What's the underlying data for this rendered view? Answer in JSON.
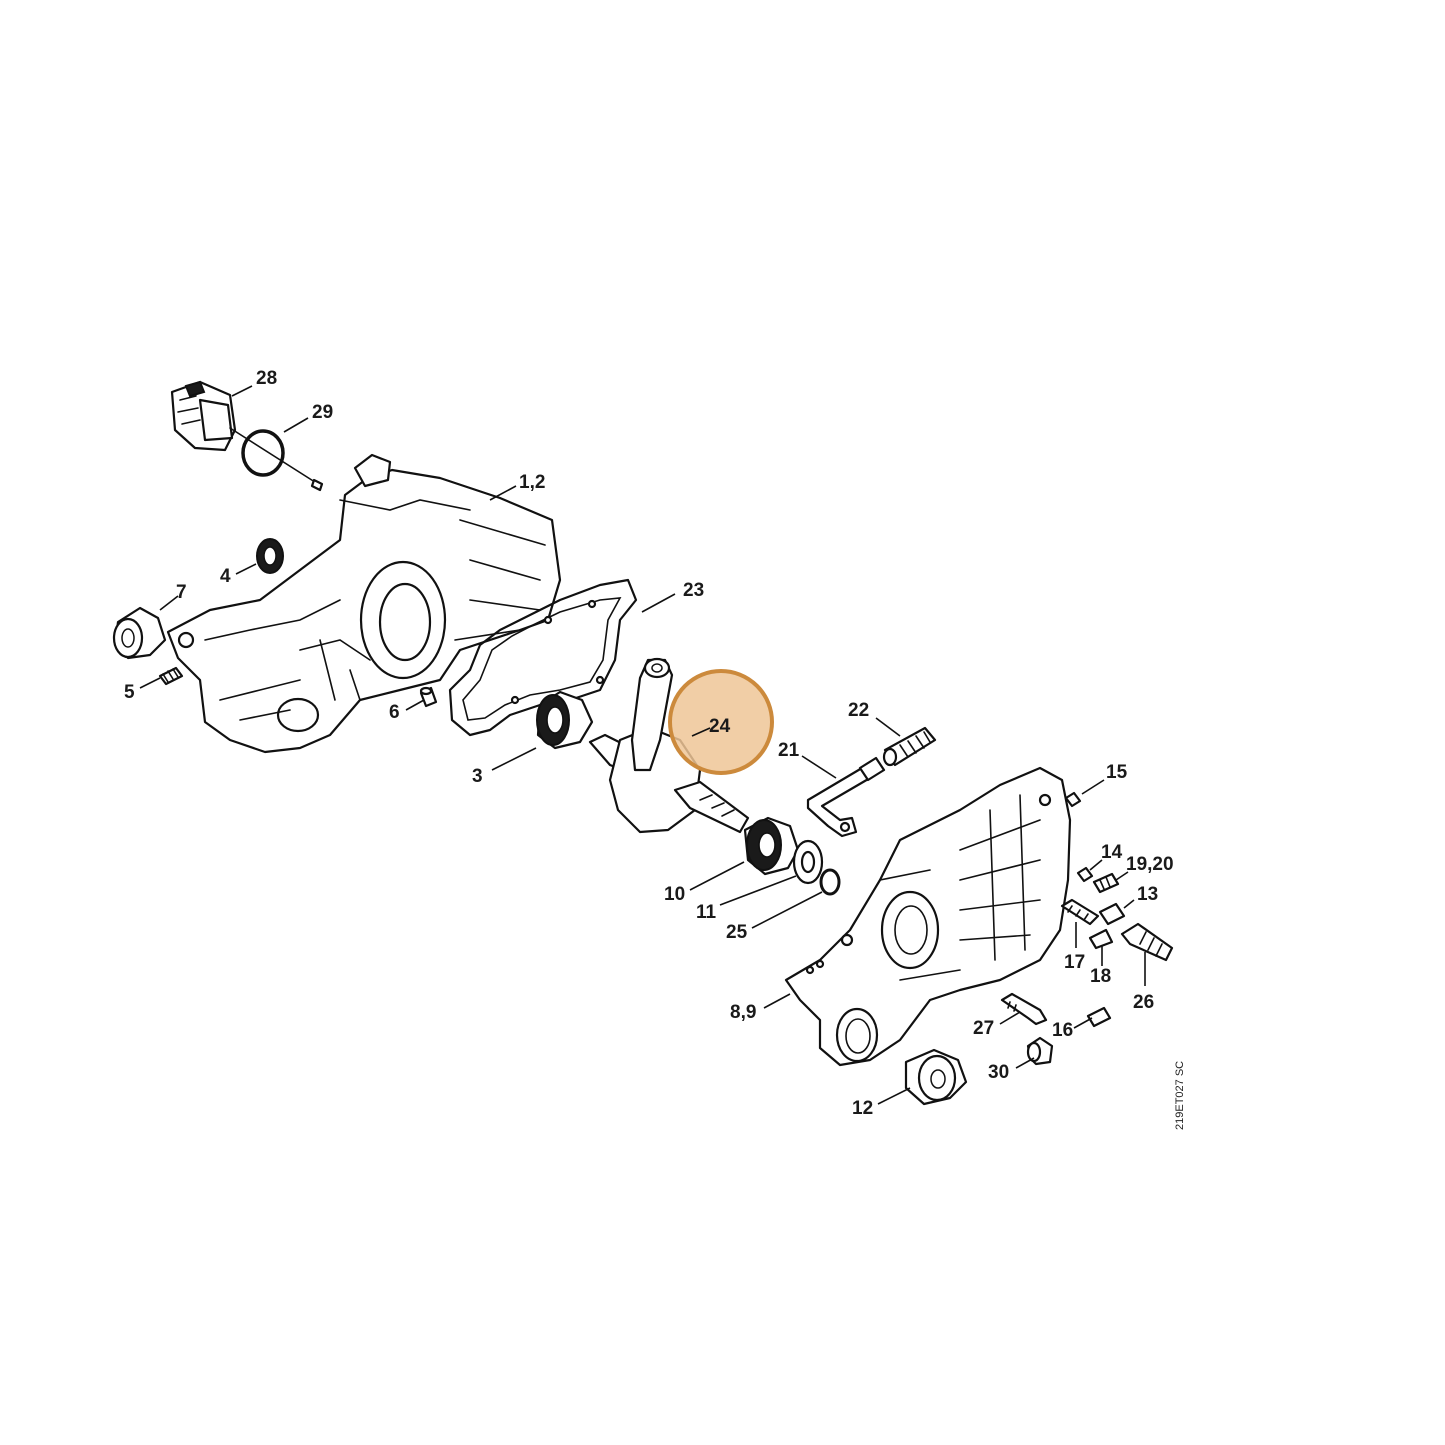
{
  "diagram": {
    "reference_code": "219ET027 SC",
    "highlight_color": "#cc8a3c",
    "highlighted_part": "24",
    "callouts": {
      "c28": "28",
      "c29": "29",
      "c12a": "1,2",
      "c4": "4",
      "c7": "7",
      "c23": "23",
      "c5": "5",
      "c6": "6",
      "c3": "3",
      "c24": "24",
      "c22": "22",
      "c21": "21",
      "c15": "15",
      "c14": "14",
      "c1920": "19,20",
      "c13": "13",
      "c10": "10",
      "c11": "11",
      "c25": "25",
      "c17": "17",
      "c18": "18",
      "c26": "26",
      "c89": "8,9",
      "c27": "27",
      "c16": "16",
      "c30": "30",
      "c12": "12"
    }
  }
}
